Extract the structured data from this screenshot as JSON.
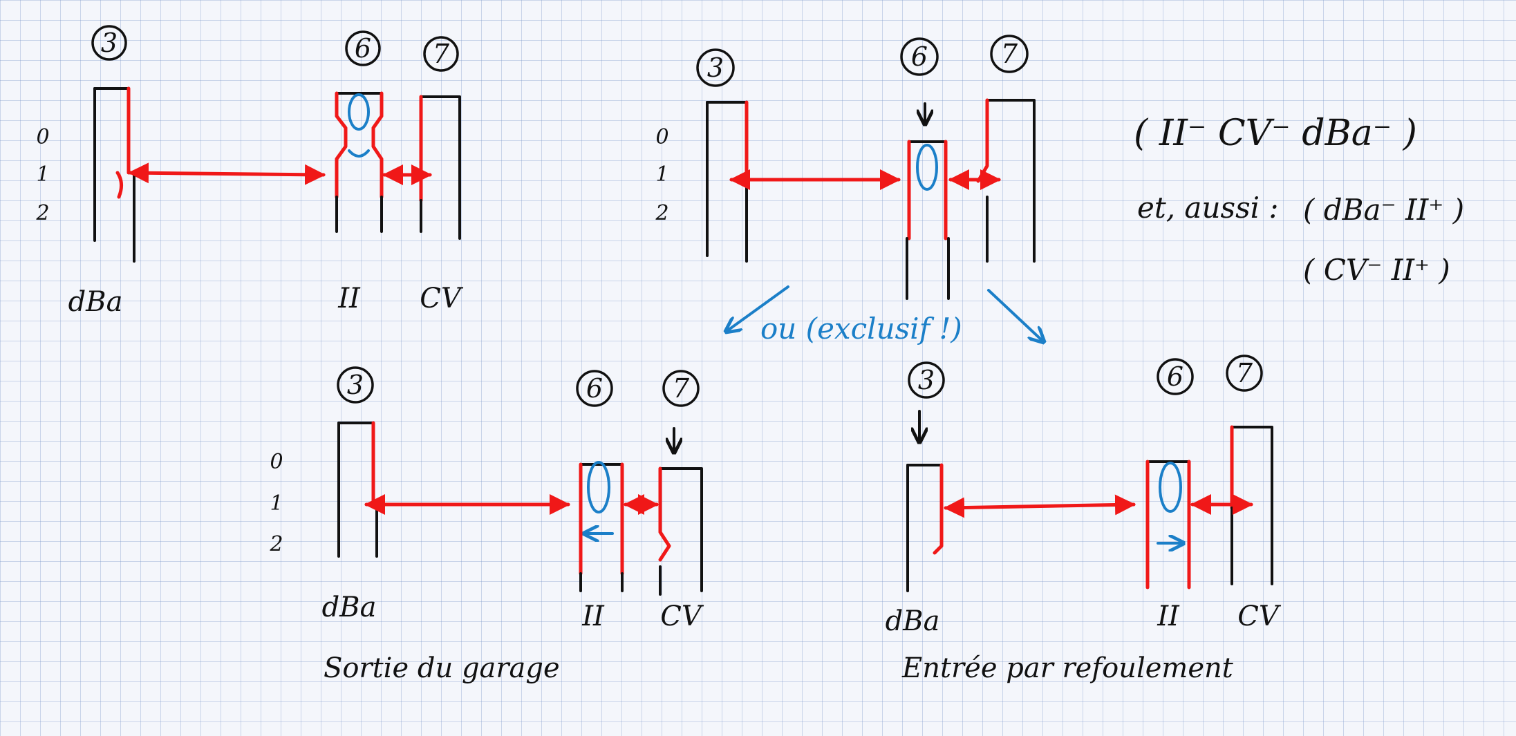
{
  "panel_top_left": {
    "station_labels": [
      "3",
      "6",
      "7"
    ],
    "levels": [
      "0",
      "1",
      "2"
    ],
    "track_labels": [
      "dBa",
      "II",
      "CV"
    ]
  },
  "panel_top_right": {
    "station_labels": [
      "3",
      "6",
      "7"
    ],
    "levels": [
      "0",
      "1",
      "2"
    ]
  },
  "notes": {
    "formula_main": "( II⁻  CV⁻  dBa⁻ )",
    "also_prefix": "et, aussi :",
    "formula_also_1": "( dBa⁻  II⁺ )",
    "formula_also_2": "( CV⁻  II⁺ )",
    "exclusive_or": "ou (exclusif !)"
  },
  "panel_bottom_left": {
    "station_labels": [
      "3",
      "6",
      "7"
    ],
    "levels": [
      "0",
      "1",
      "2"
    ],
    "track_labels": [
      "dBa",
      "II",
      "CV"
    ],
    "caption": "Sortie du garage"
  },
  "panel_bottom_right": {
    "station_labels": [
      "3",
      "6",
      "7"
    ],
    "track_labels": [
      "dBa",
      "II",
      "CV"
    ],
    "caption": "Entrée par refoulement"
  },
  "colors": {
    "ink": "#111111",
    "red": "#f01818",
    "blue": "#1b7fc8",
    "grid": "#9bb0d8"
  }
}
